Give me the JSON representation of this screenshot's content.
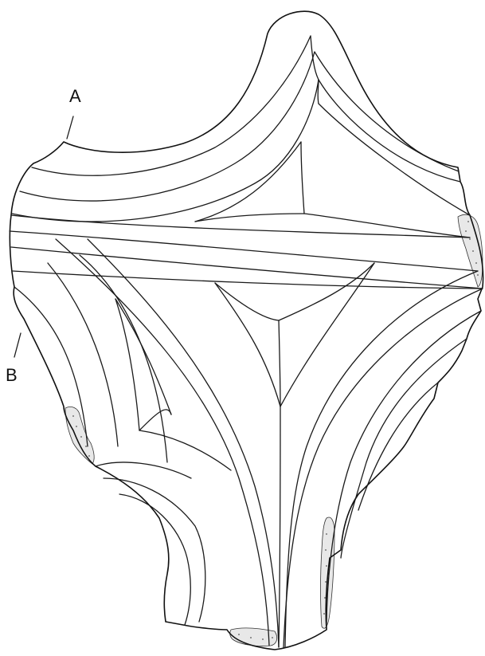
{
  "figure": {
    "labels": [
      {
        "id": "a",
        "text": "A"
      },
      {
        "id": "b",
        "text": "B"
      }
    ],
    "line_color": "#1a1a1a",
    "background": "#ffffff",
    "broken_edge_fill": "#e8e8e8"
  }
}
